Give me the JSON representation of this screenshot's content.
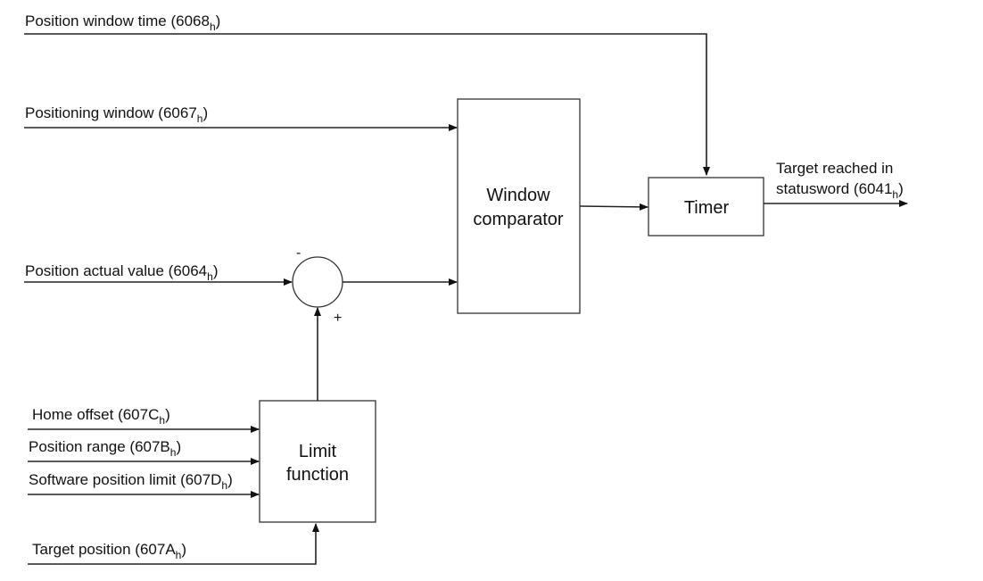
{
  "signals": {
    "position_window_time": {
      "text": "Position window time (6068",
      "sub": "h",
      "tail": ")"
    },
    "positioning_window": {
      "text": "Positioning window (6067",
      "sub": "h",
      "tail": ")"
    },
    "position_actual_value": {
      "text": "Position actual value (6064",
      "sub": "h",
      "tail": ")"
    },
    "home_offset": {
      "text": "Home offset (607C",
      "sub": "h",
      "tail": ")"
    },
    "position_range": {
      "text": "Position range (607B",
      "sub": "h",
      "tail": ")"
    },
    "software_position_limit": {
      "text": "Software position limit (607D",
      "sub": "h",
      "tail": ")"
    },
    "target_position": {
      "text": "Target position (607A",
      "sub": "h",
      "tail": ")"
    },
    "target_reached_line1": "Target reached in",
    "target_reached_line2": {
      "text": "statusword (6041",
      "sub": "h",
      "tail": ")"
    }
  },
  "blocks": {
    "window_comparator": {
      "line1": "Window",
      "line2": "comparator"
    },
    "timer": {
      "line1": "Timer"
    },
    "limit_function": {
      "line1": "Limit",
      "line2": "function"
    }
  },
  "summing_junction": {
    "minus": "-",
    "plus": "+"
  }
}
